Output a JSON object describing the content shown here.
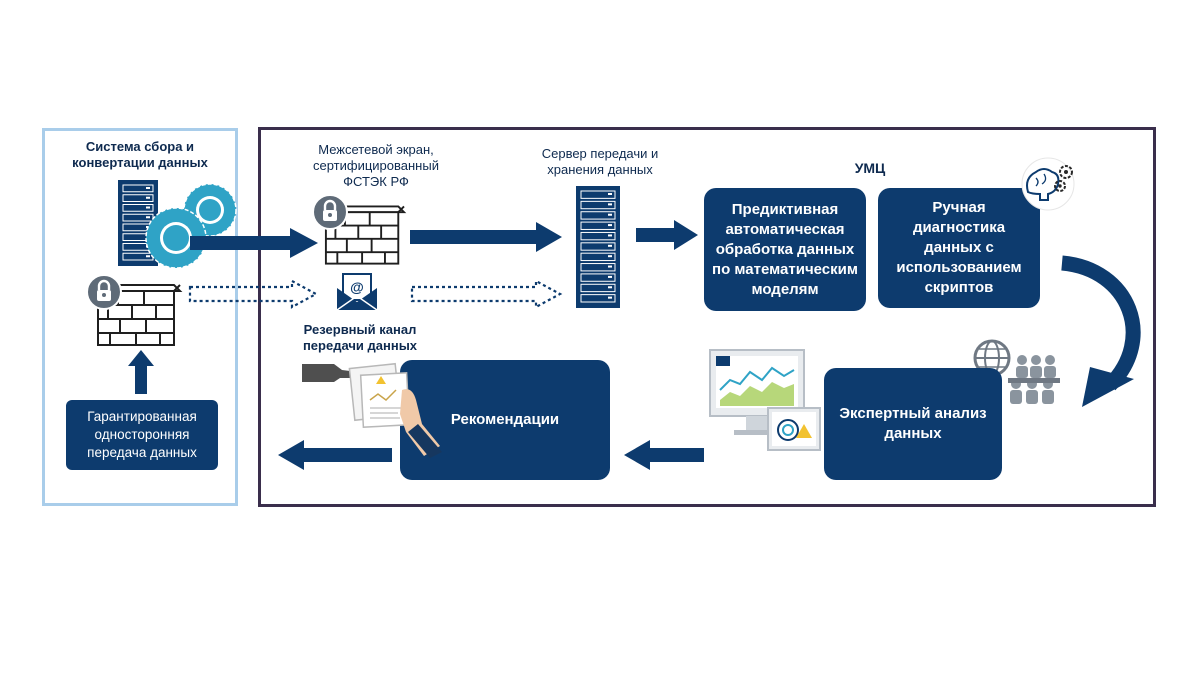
{
  "colors": {
    "navy": "#0d3b6e",
    "frame_light": "#a9cdea",
    "frame_dark": "#3a2e4c",
    "accent_cyan": "#2fa3c6"
  },
  "left_panel": {
    "title": "Система сбора и конвертации данных",
    "guarantee_box": "Гарантированная односторонняя передача данных"
  },
  "firewall": {
    "label": "Межсетевой экран, сертифицированный ФСТЭК РФ"
  },
  "server": {
    "label": "Сервер передачи и хранения данных"
  },
  "backup": {
    "label": "Резервный канал передачи данных"
  },
  "umc": {
    "label": "УМЦ",
    "predictive_box": "Предиктивная автоматическая обработка данных по математическим моделям",
    "manual_box": "Ручная диагностика данных с использованием скриптов"
  },
  "expert": {
    "box": "Экспертный анализ данных"
  },
  "recommendations": {
    "box": "Рекомендации"
  },
  "icons": [
    "server-rack-icon",
    "gears-icon",
    "lock-icon",
    "firewall-brick-icon",
    "email-envelope-icon",
    "brain-gear-icon",
    "globe-meeting-icon",
    "monitor-dashboard-icon",
    "documents-hands-icon"
  ]
}
